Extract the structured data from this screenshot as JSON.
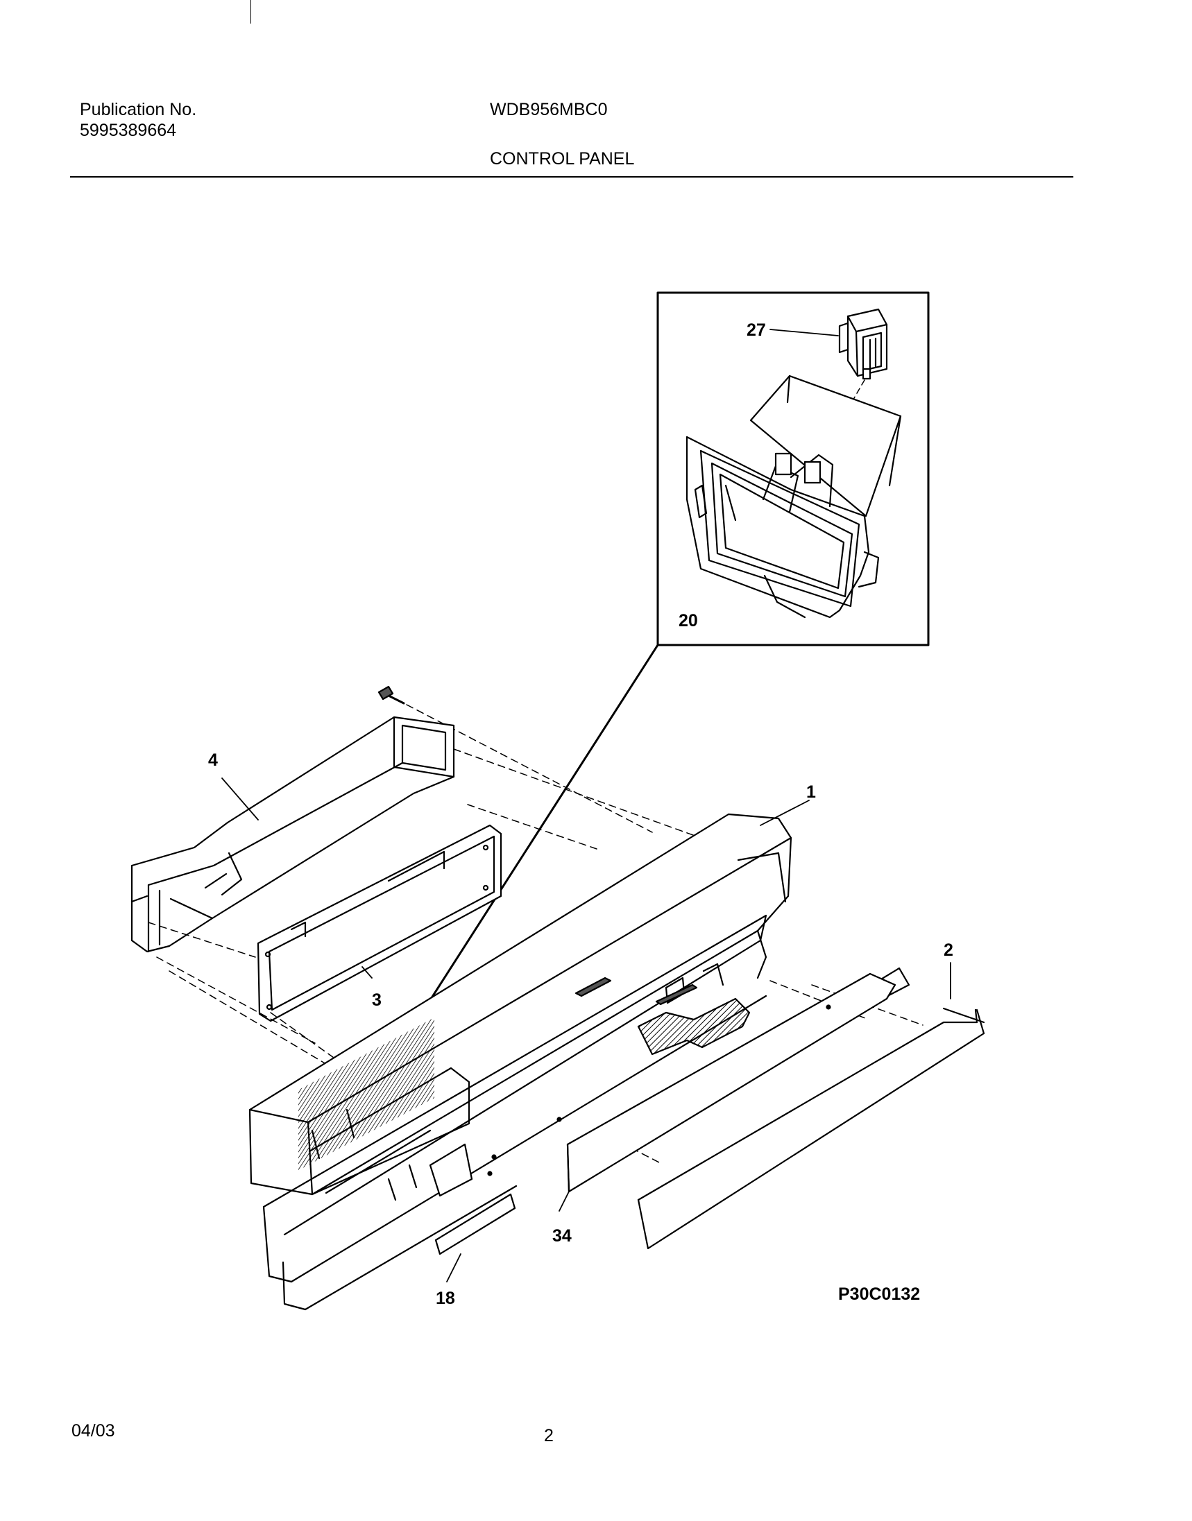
{
  "header": {
    "publication_label": "Publication No.",
    "publication_number": "5995389664",
    "model": "WDB956MBC0",
    "section_title": "CONTROL PANEL"
  },
  "footer": {
    "date": "04/03",
    "page_number": "2"
  },
  "diagram": {
    "reference_code": "P30C0132",
    "callouts": [
      "27",
      "20",
      "4",
      "1",
      "2",
      "3",
      "34",
      "18"
    ]
  }
}
